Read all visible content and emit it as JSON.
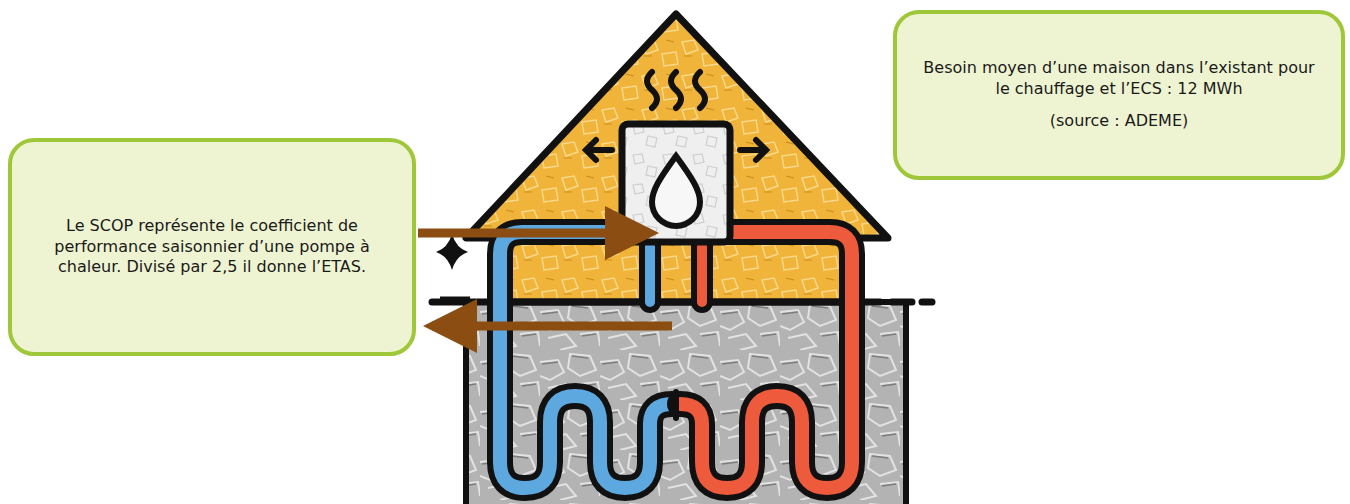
{
  "diagram": {
    "nodes": [
      {
        "text": [
          "Le SCOP représente le coefficient de performance saisonnier d’une pompe à chaleur. Divisé par 2,5 il donne l’ETAS."
        ]
      },
      {
        "text": [
          "Besoin moyen d’une maison dans l’existant pour le chauffage et l’ECS : 12 MWh",
          "(source : ADEME)"
        ]
      }
    ]
  }
}
